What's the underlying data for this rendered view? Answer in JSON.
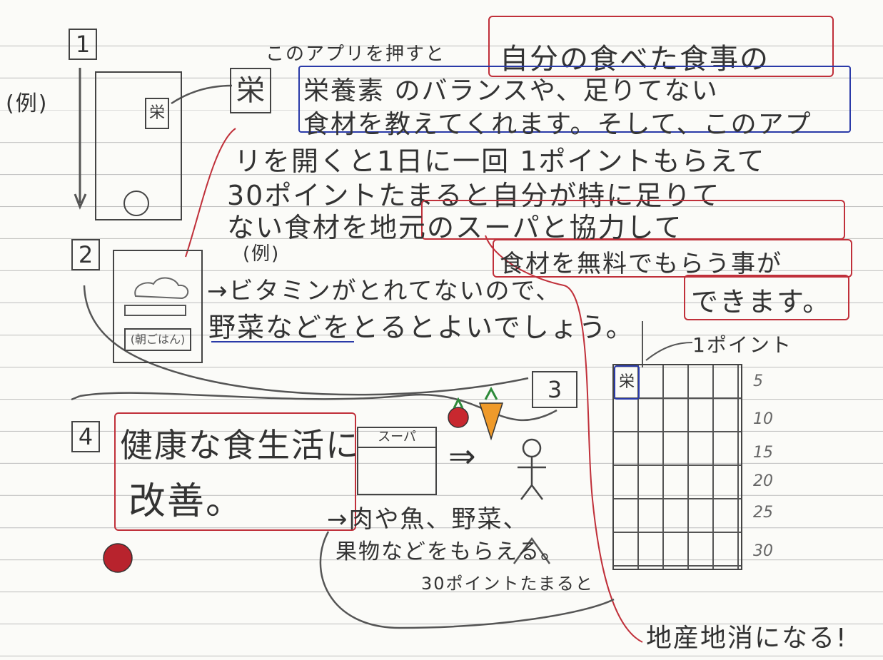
{
  "section_numbers": [
    "1",
    "2",
    "3",
    "4"
  ],
  "example_label": "(例)",
  "eiyo_char": "栄",
  "phone_label": "栄",
  "lines": {
    "l1a": "このアプリを押すと",
    "l1b": "自分の食べた食事の",
    "l2": "栄養素 のバランスや、足りてない",
    "l3": "食材を教えてくれます。そして、このアプ",
    "l4": "リを開くと1日に一回 1ポイントもらえて",
    "l5": "30ポイントたまると自分が特に足りて",
    "l6": "ない食材を地元のスーパと協力して",
    "l7": "食材を無料でもらう事が",
    "l8": "できます。"
  },
  "example2": {
    "label": "(例)",
    "line1": "→ビタミンがとれてないので、",
    "line2": "野菜などをとるとよいでしょう。",
    "card_caption": "(朝ごはん)"
  },
  "points": {
    "label": "1ポイント",
    "stamp": "栄",
    "ticks": [
      "5",
      "10",
      "15",
      "20",
      "25",
      "30"
    ]
  },
  "section4": {
    "line1": "健康な食生活に",
    "line2": "改善。"
  },
  "super_label": "スーパ",
  "arrow": "⇒",
  "receive": {
    "line1": "→肉や魚、野菜、",
    "line2": "果物などをもらえる。",
    "line3": "30ポイントたまると"
  },
  "conclusion": "地産地消になる!"
}
